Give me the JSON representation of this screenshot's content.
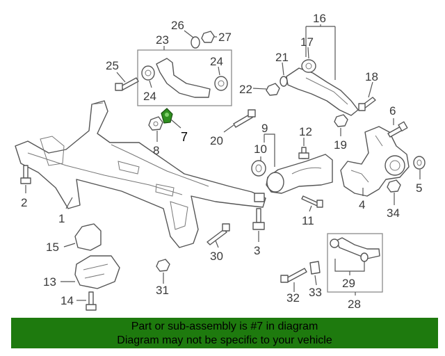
{
  "callouts": {
    "c1": "1",
    "c2": "2",
    "c3": "3",
    "c4": "4",
    "c5": "5",
    "c6": "6",
    "c7": "7",
    "c8": "8",
    "c9": "9",
    "c10": "10",
    "c11": "11",
    "c12": "12",
    "c13": "13",
    "c14": "14",
    "c15": "15",
    "c16": "16",
    "c17": "17",
    "c18": "18",
    "c19": "19",
    "c20": "20",
    "c21": "21",
    "c22": "22",
    "c23": "23",
    "c24a": "24",
    "c24b": "24",
    "c25": "25",
    "c26": "26",
    "c27": "27",
    "c28": "28",
    "c29": "29",
    "c30": "30",
    "c31": "31",
    "c32": "32",
    "c33": "33",
    "c34": "34"
  },
  "highlight_part": "7",
  "colors": {
    "banner": "#1e7a0e",
    "highlight_part": "#2f8f1f",
    "line": "#555555"
  },
  "banner": {
    "line1": "Part or sub-assembly is #7 in diagram",
    "line2": "Diagram may not be specific to your vehicle"
  }
}
